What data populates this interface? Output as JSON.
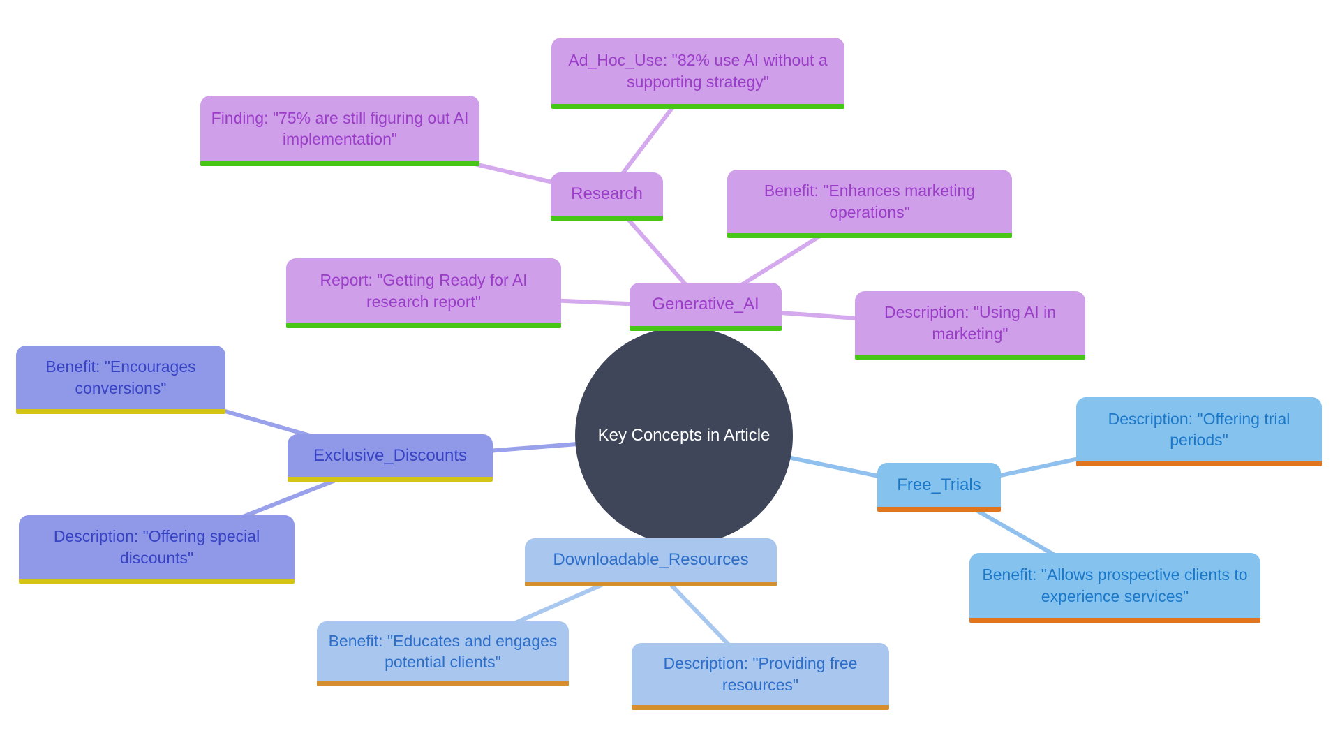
{
  "diagram": {
    "type": "mindmap",
    "background_color": "#ffffff",
    "center": {
      "label": "Key Concepts in Article",
      "fill": "#3F4659",
      "text_color": "#ffffff"
    },
    "palettes": {
      "generative_ai": {
        "fill": "#CF9FE9",
        "text": "#9B3DC8",
        "underline": "#48C617",
        "edge": "#D5A9EE"
      },
      "exclusive_discounts": {
        "fill": "#9099E8",
        "text": "#3743C4",
        "underline": "#D3C416",
        "edge": "#99A1EB"
      },
      "free_trials": {
        "fill": "#85C2EE",
        "text": "#1B78C8",
        "underline": "#E0751D",
        "edge": "#8FC0EE"
      },
      "downloadable_resources": {
        "fill": "#A8C6EE",
        "text": "#2D6EC8",
        "underline": "#D68F2E",
        "edge": "#A9C8F0"
      }
    },
    "edges": [
      {
        "from": "center",
        "to": "generative_ai"
      },
      {
        "from": "generative_ai",
        "to": "research"
      },
      {
        "from": "research",
        "to": "finding"
      },
      {
        "from": "research",
        "to": "ad_hoc_use"
      },
      {
        "from": "generative_ai",
        "to": "benefit_enhances"
      },
      {
        "from": "generative_ai",
        "to": "description_using_ai"
      },
      {
        "from": "generative_ai",
        "to": "report"
      },
      {
        "from": "center",
        "to": "exclusive_discounts"
      },
      {
        "from": "exclusive_discounts",
        "to": "benefit_encourages"
      },
      {
        "from": "exclusive_discounts",
        "to": "description_special_discounts"
      },
      {
        "from": "center",
        "to": "free_trials"
      },
      {
        "from": "free_trials",
        "to": "description_trial_periods"
      },
      {
        "from": "free_trials",
        "to": "benefit_allows"
      },
      {
        "from": "center",
        "to": "downloadable_resources"
      },
      {
        "from": "downloadable_resources",
        "to": "benefit_educates"
      },
      {
        "from": "downloadable_resources",
        "to": "description_providing"
      }
    ]
  },
  "nodes": {
    "center": {
      "label": "Key Concepts in Article"
    },
    "generative_ai": {
      "label": "Generative_AI",
      "branch": "generative_ai"
    },
    "research": {
      "label": "Research",
      "branch": "generative_ai"
    },
    "finding": {
      "label": "Finding: \"75% are still figuring out AI implementation\"",
      "branch": "generative_ai"
    },
    "ad_hoc_use": {
      "label": "Ad_Hoc_Use: \"82% use AI without a supporting strategy\"",
      "branch": "generative_ai"
    },
    "benefit_enhances": {
      "label": "Benefit: \"Enhances marketing operations\"",
      "branch": "generative_ai"
    },
    "description_using_ai": {
      "label": "Description: \"Using AI in marketing\"",
      "branch": "generative_ai"
    },
    "report": {
      "label": "Report: \"Getting Ready for AI research report\"",
      "branch": "generative_ai"
    },
    "exclusive_discounts": {
      "label": "Exclusive_Discounts",
      "branch": "exclusive_discounts"
    },
    "benefit_encourages": {
      "label": "Benefit: \"Encourages conversions\"",
      "branch": "exclusive_discounts"
    },
    "description_special_discounts": {
      "label": "Description: \"Offering special discounts\"",
      "branch": "exclusive_discounts"
    },
    "free_trials": {
      "label": "Free_Trials",
      "branch": "free_trials"
    },
    "description_trial_periods": {
      "label": "Description: \"Offering trial periods\"",
      "branch": "free_trials"
    },
    "benefit_allows": {
      "label": "Benefit: \"Allows prospective clients to experience services\"",
      "branch": "free_trials"
    },
    "downloadable_resources": {
      "label": "Downloadable_Resources",
      "branch": "downloadable_resources"
    },
    "benefit_educates": {
      "label": "Benefit: \"Educates and engages potential clients\"",
      "branch": "downloadable_resources"
    },
    "description_providing": {
      "label": "Description: \"Providing free resources\"",
      "branch": "downloadable_resources"
    }
  }
}
